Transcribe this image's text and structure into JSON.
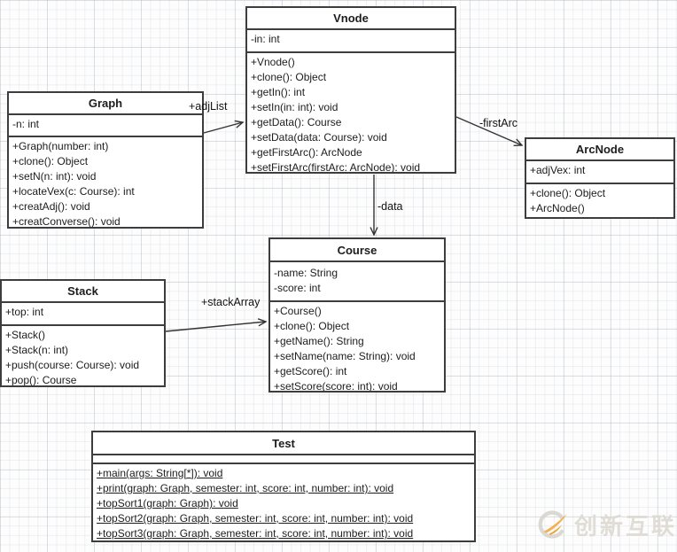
{
  "diagram_type": "uml-class-diagram",
  "classes": [
    {
      "name": "Vnode",
      "attributes": [
        "-in: int"
      ],
      "methods": [
        "+Vnode()",
        "+clone(): Object",
        "+getIn(): int",
        "+setIn(in: int): void",
        "+getData(): Course",
        "+setData(data: Course): void",
        "+getFirstArc(): ArcNode",
        "+setFirstArc(firstArc: ArcNode): void"
      ]
    },
    {
      "name": "Graph",
      "attributes": [
        "-n: int"
      ],
      "methods": [
        "+Graph(number: int)",
        "+clone(): Object",
        "+setN(n: int): void",
        "+locateVex(c: Course): int",
        "+creatAdj(): void",
        "+creatConverse(): void"
      ]
    },
    {
      "name": "ArcNode",
      "attributes": [
        "+adjVex: int"
      ],
      "methods": [
        "+clone(): Object",
        "+ArcNode()"
      ]
    },
    {
      "name": "Course",
      "attributes": [
        "-name: String",
        "-score: int"
      ],
      "methods": [
        "+Course()",
        "+clone(): Object",
        "+getName(): String",
        "+setName(name: String): void",
        "+getScore(): int",
        "+setScore(score: int): void"
      ]
    },
    {
      "name": "Stack",
      "attributes": [
        "+top: int"
      ],
      "methods": [
        "+Stack()",
        "+Stack(n: int)",
        "+push(course: Course): void",
        "+pop(): Course"
      ]
    },
    {
      "name": "Test",
      "attributes": [],
      "static_methods_underlined": true,
      "methods": [
        "+main(args: String[*]): void",
        "+print(graph: Graph, semester: int, score: int, number: int): void",
        "+topSort1(graph: Graph): void",
        "+topSort2(graph: Graph, semester: int, score: int, number: int): void",
        "+topSort3(graph: Graph, semester: int, score: int, number: int): void"
      ]
    }
  ],
  "edges": [
    {
      "label": "+adjList",
      "from": "Graph",
      "to": "Vnode"
    },
    {
      "label": "-firstArc",
      "from": "Vnode",
      "to": "ArcNode"
    },
    {
      "label": "-data",
      "from": "Vnode",
      "to": "Course"
    },
    {
      "label": "+stackArray",
      "from": "Stack",
      "to": "Course"
    }
  ],
  "watermark": {
    "text": "创新互联",
    "accent_color": "#f2a53a",
    "gray_color": "#d6d3cc"
  },
  "colors": {
    "box_border": "#3d3d3d",
    "box_fill": "#ffffff",
    "text": "#1c1c1c",
    "grid_line": "#e3e5ea",
    "arrow": "#333333"
  }
}
